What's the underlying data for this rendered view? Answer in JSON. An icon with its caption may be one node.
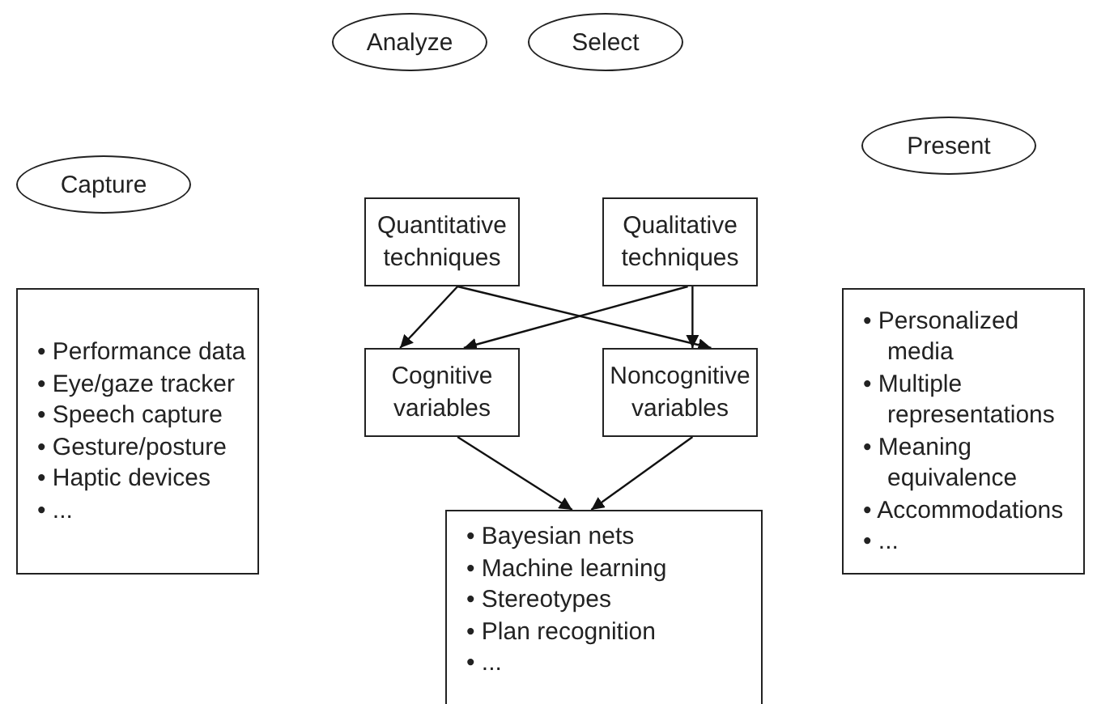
{
  "diagram": {
    "nodes": [
      {
        "text": [
          "Analyze"
        ]
      },
      {
        "text": [
          "Select"
        ]
      },
      {
        "text": [
          "Capture"
        ]
      },
      {
        "text": [
          "Present"
        ]
      },
      {
        "text": [
          "• Performance data",
          "• Eye/gaze tracker",
          "• Speech capture",
          "• Gesture/posture",
          "• Haptic devices",
          "• ..."
        ]
      },
      {
        "text": [
          "Quantitative techniques"
        ]
      },
      {
        "text": [
          "Qualitative techniques"
        ]
      },
      {
        "text": [
          "Cognitive variables"
        ]
      },
      {
        "text": [
          "Noncognitive variables"
        ]
      },
      {
        "text": [
          "• Personalized media",
          "• Multiple representations",
          "• Meaning equivalence",
          "• Accommodations",
          "• ..."
        ]
      },
      {
        "text": [
          "• Bayesian nets",
          "• Machine learning",
          "• Stereotypes",
          "• Plan recognition",
          "• ..."
        ]
      }
    ],
    "edges": [
      {
        "from": 5,
        "to": 7,
        "arrow": "to"
      },
      {
        "from": 5,
        "to": 8,
        "arrow": "to"
      },
      {
        "from": 6,
        "to": 7,
        "arrow": "to"
      },
      {
        "from": 6,
        "to": 8,
        "arrow": "to"
      },
      {
        "from": 7,
        "to": 10,
        "arrow": "to"
      },
      {
        "from": 8,
        "to": 10,
        "arrow": "to"
      }
    ]
  }
}
